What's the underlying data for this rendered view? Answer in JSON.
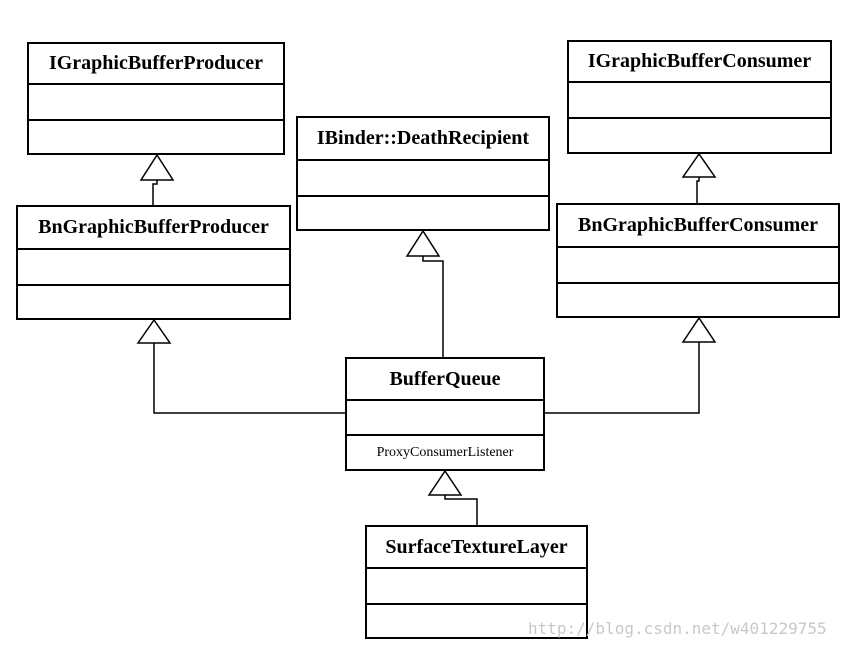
{
  "classes": {
    "igraphic_buffer_producer": {
      "name": "IGraphicBufferProducer"
    },
    "igraphic_buffer_consumer": {
      "name": "IGraphicBufferConsumer"
    },
    "ibinder_death_recipient": {
      "name": "IBinder::DeathRecipient"
    },
    "bn_graphic_buffer_producer": {
      "name": "BnGraphicBufferProducer"
    },
    "bn_graphic_buffer_consumer": {
      "name": "BnGraphicBufferConsumer"
    },
    "buffer_queue": {
      "name": "BufferQueue",
      "inner": "ProxyConsumerListener"
    },
    "surface_texture_layer": {
      "name": "SurfaceTextureLayer"
    }
  },
  "watermark": "http://blog.csdn.net/w401229755"
}
